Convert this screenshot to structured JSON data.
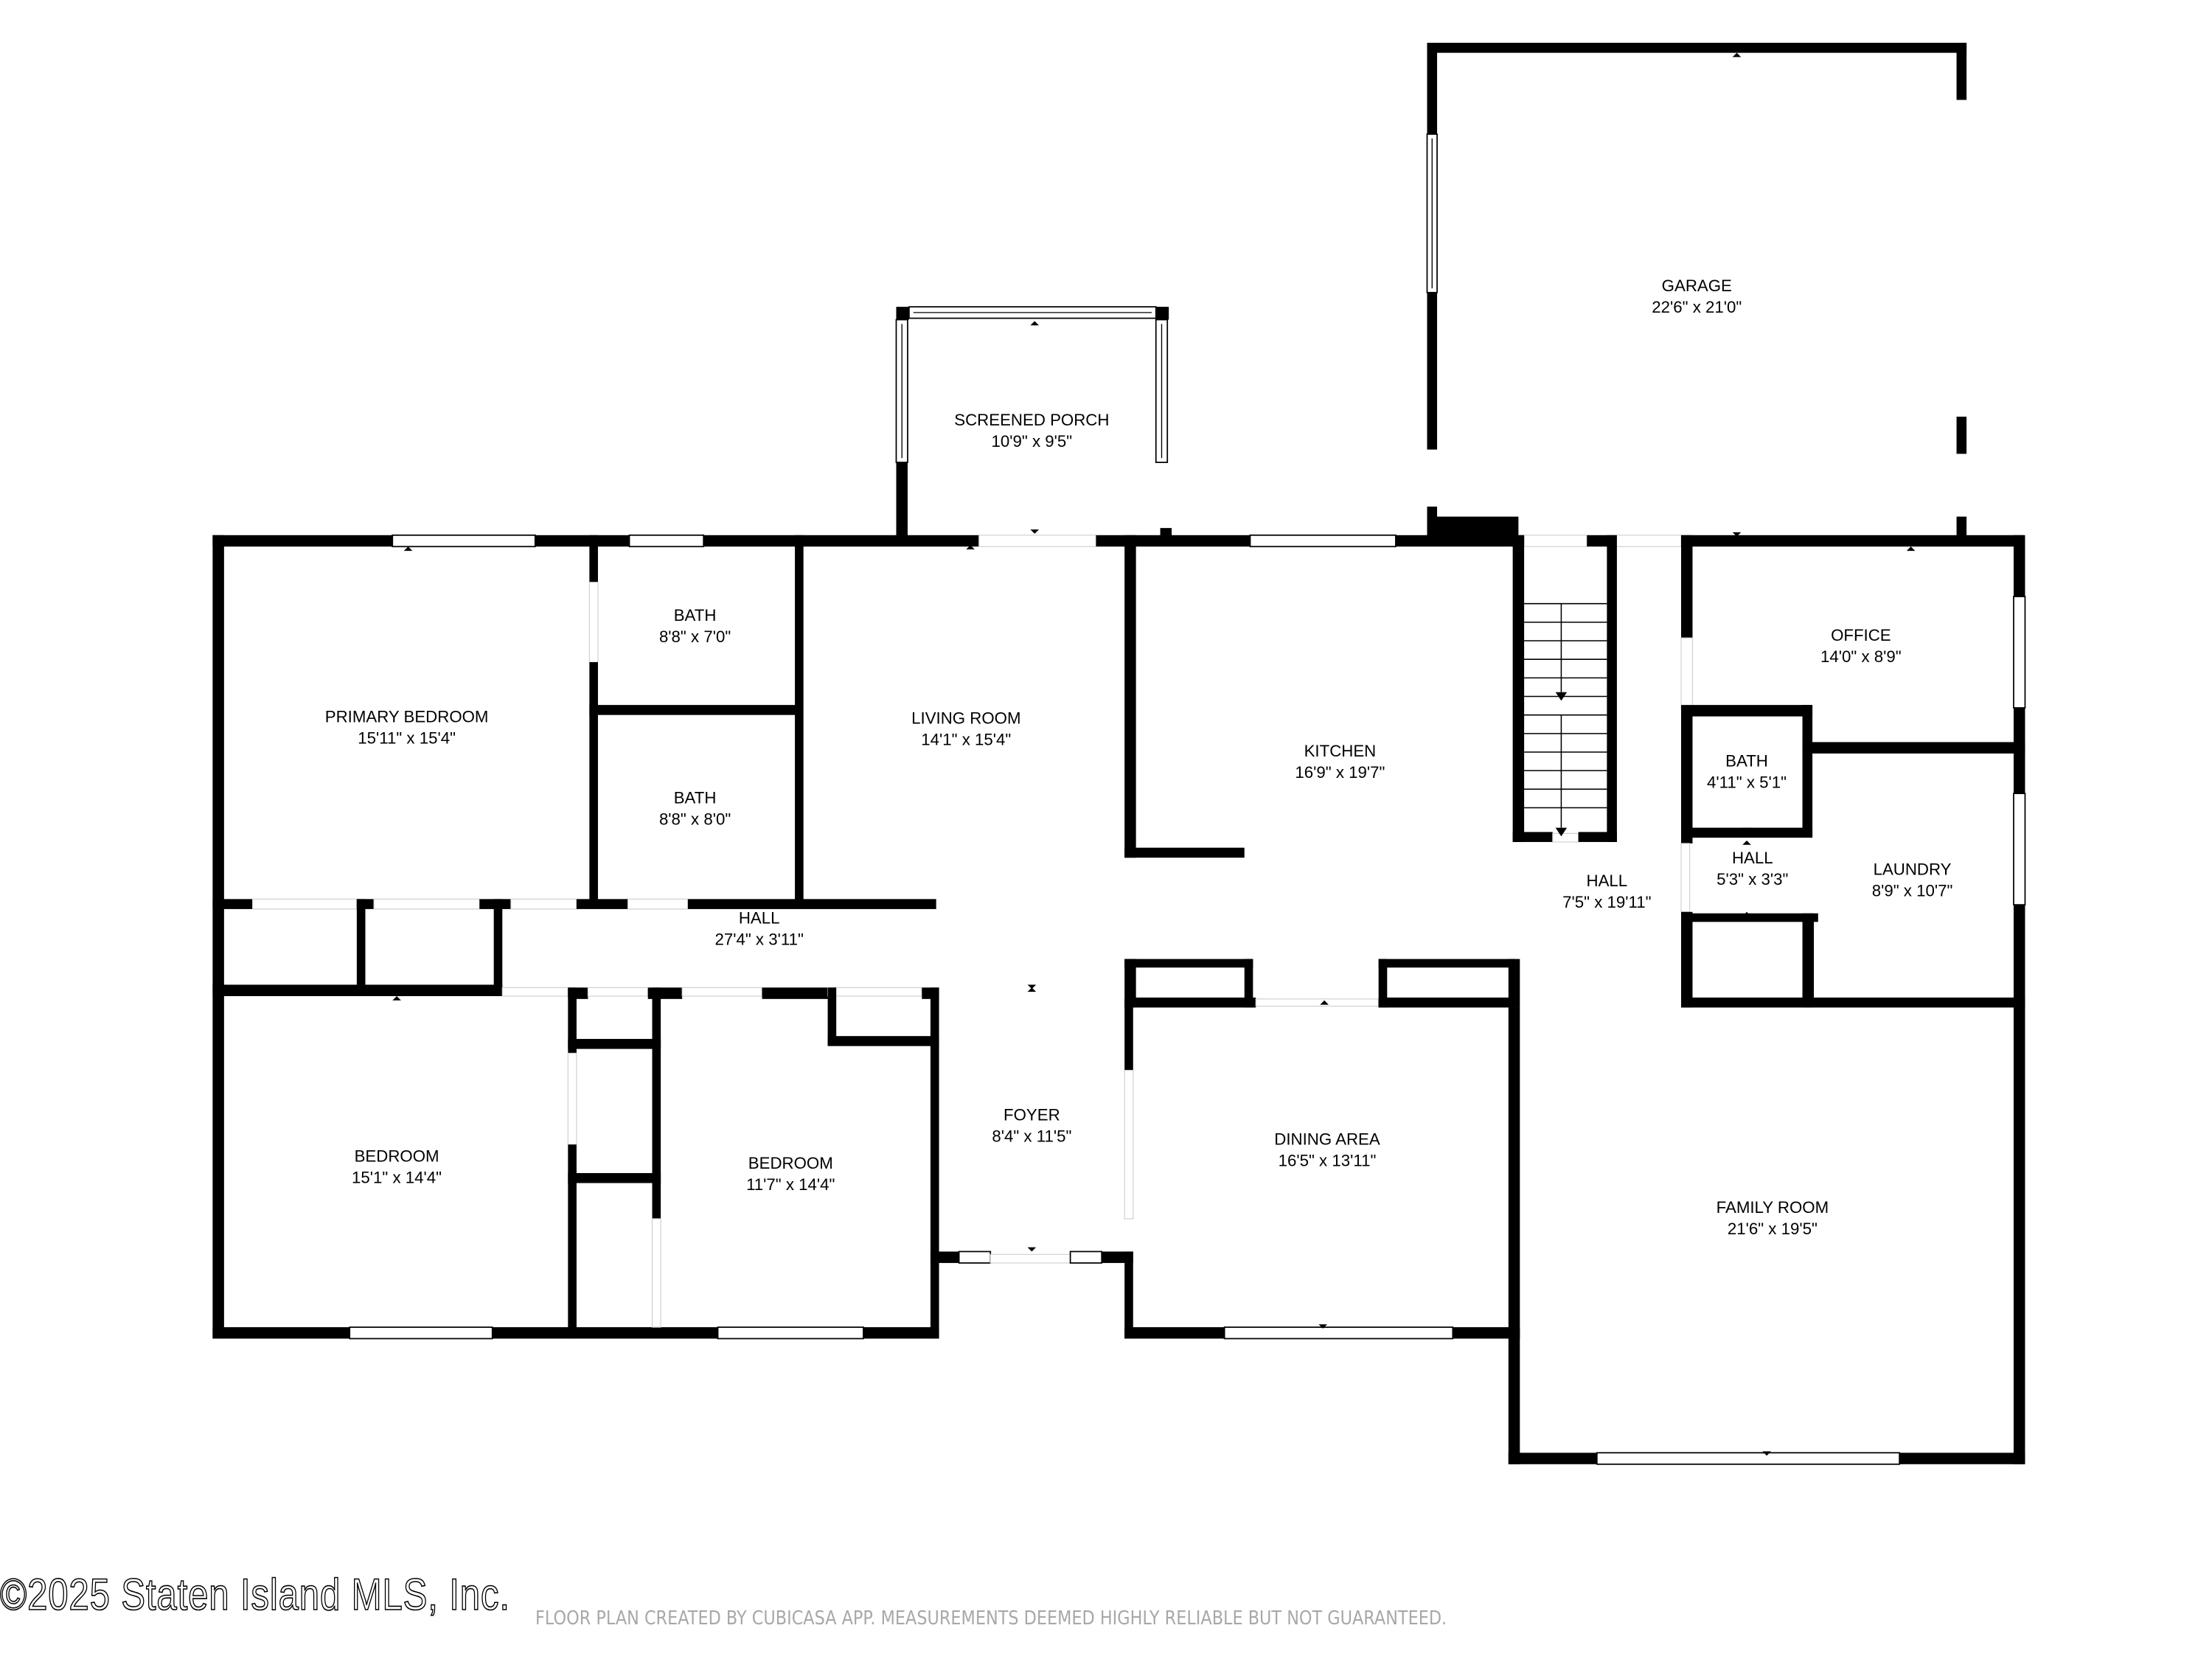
{
  "rooms": {
    "garage": {
      "name": "GARAGE",
      "dims": "22'6\" x 21'0\""
    },
    "screened_porch": {
      "name": "SCREENED PORCH",
      "dims": "10'9\" x 9'5\""
    },
    "primary_bedroom": {
      "name": "PRIMARY BEDROOM",
      "dims": "15'11\" x 15'4\""
    },
    "bath_upper": {
      "name": "BATH",
      "dims": "8'8\" x 7'0\""
    },
    "bath_lower": {
      "name": "BATH",
      "dims": "8'8\" x 8'0\""
    },
    "living_room": {
      "name": "LIVING ROOM",
      "dims": "14'1\" x 15'4\""
    },
    "kitchen": {
      "name": "KITCHEN",
      "dims": "16'9\" x 19'7\""
    },
    "office": {
      "name": "OFFICE",
      "dims": "14'0\" x 8'9\""
    },
    "bath_small": {
      "name": "BATH",
      "dims": "4'11\" x 5'1\""
    },
    "hall_small": {
      "name": "HALL",
      "dims": "5'3\" x 3'3\""
    },
    "laundry": {
      "name": "LAUNDRY",
      "dims": "8'9\" x 10'7\""
    },
    "hall_east": {
      "name": "HALL",
      "dims": "7'5\" x 19'11\""
    },
    "hall_main": {
      "name": "HALL",
      "dims": "27'4\" x 3'11\""
    },
    "bedroom_left": {
      "name": "BEDROOM",
      "dims": "15'1\" x 14'4\""
    },
    "bedroom_right": {
      "name": "BEDROOM",
      "dims": "11'7\" x 14'4\""
    },
    "foyer": {
      "name": "FOYER",
      "dims": "8'4\" x 11'5\""
    },
    "dining_area": {
      "name": "DINING AREA",
      "dims": "16'5\" x 13'11\""
    },
    "family_room": {
      "name": "FAMILY ROOM",
      "dims": "21'6\" x 19'5\""
    }
  },
  "footer": {
    "watermark": "©2025 Staten Island MLS, Inc.",
    "disclaimer": "FLOOR PLAN CREATED BY CUBICASA APP. MEASUREMENTS DEEMED HIGHLY RELIABLE BUT NOT GUARANTEED."
  },
  "colors": {
    "wall": "#000000",
    "background": "#ffffff",
    "disclaimer": "#a8a8a8"
  }
}
